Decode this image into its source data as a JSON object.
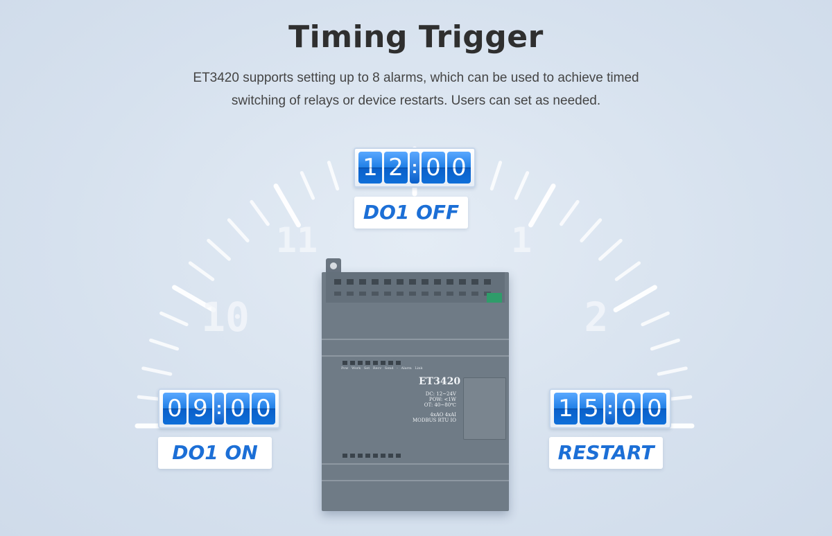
{
  "header": {
    "title": "Timing Trigger",
    "subtitle": "ET3420 supports setting up to 8 alarms, which can be used to achieve timed switching of relays or device restarts. Users can set as needed."
  },
  "dial": {
    "numbers": [
      "10",
      "11",
      "1",
      "2"
    ]
  },
  "alarms": [
    {
      "digits": [
        "1",
        "2",
        "0",
        "0"
      ],
      "label": "DO1 OFF"
    },
    {
      "digits": [
        "0",
        "9",
        "0",
        "0"
      ],
      "label": "DO1 ON"
    },
    {
      "digits": [
        "1",
        "5",
        "0",
        "0"
      ],
      "label": "RESTART"
    }
  ],
  "device": {
    "model": "ET3420",
    "spec_lines": [
      "DC: 12~24V",
      "POW: <1W",
      "OT: 40~80℃"
    ],
    "io_lines": [
      "4xAO  4xAI",
      "MODBUS  RTU  IO"
    ],
    "led_labels": "Pow Work Set Recv Send - Alarm Link"
  },
  "colors": {
    "accent": "#1c6fd6",
    "digit": "#1f7fe6",
    "device": "#6f7b86"
  }
}
